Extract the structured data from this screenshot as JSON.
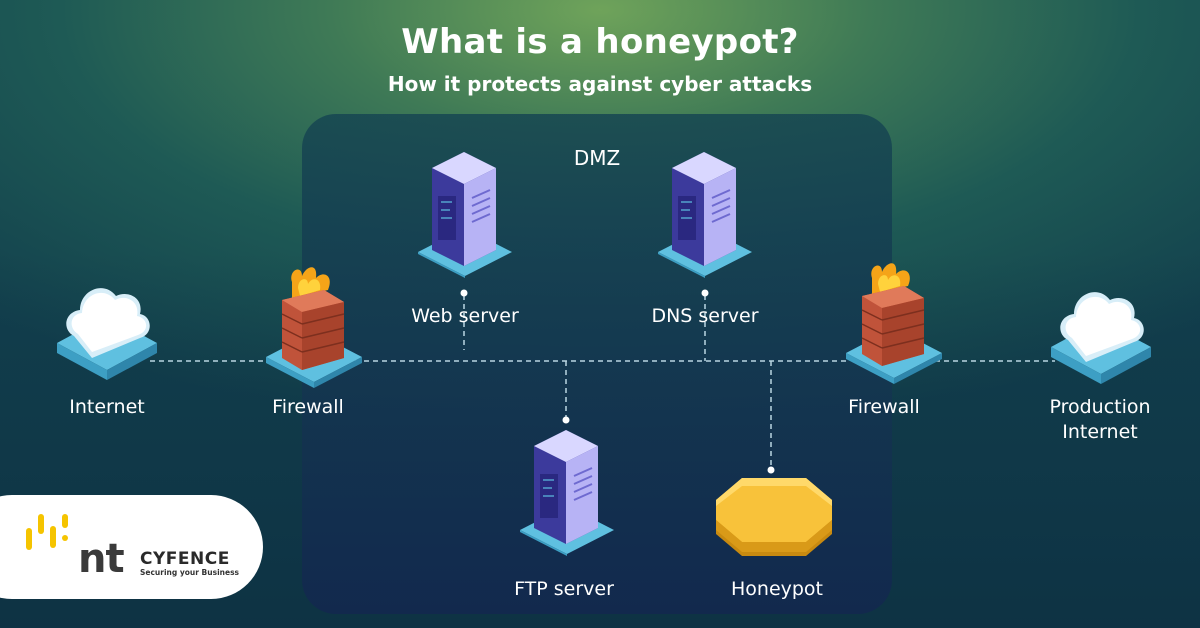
{
  "header": {
    "title": "What is a honeypot?",
    "subtitle": "How it protects against cyber attacks"
  },
  "dmz": {
    "label": "DMZ"
  },
  "nodes": {
    "internet": {
      "label": "Internet",
      "icon": "cloud-icon"
    },
    "firewall_left": {
      "label": "Firewall",
      "icon": "firewall-icon"
    },
    "web_server": {
      "label": "Web server",
      "icon": "server-icon"
    },
    "dns_server": {
      "label": "DNS server",
      "icon": "server-icon"
    },
    "ftp_server": {
      "label": "FTP server",
      "icon": "server-icon"
    },
    "honeypot": {
      "label": "Honeypot",
      "icon": "honeypot-icon"
    },
    "firewall_right": {
      "label": "Firewall",
      "icon": "firewall-icon"
    },
    "production": {
      "label_line1": "Production",
      "label_line2": "Internet",
      "icon": "cloud-icon"
    }
  },
  "logo": {
    "mark": "nt",
    "brand": "CYFENCE",
    "tagline": "Securing your Business"
  },
  "colors": {
    "accent_yellow": "#f5c400",
    "platform": "#8fd6f0",
    "server": "#b7b3f5",
    "honeypot": "#f8c23a",
    "brick": "#c0533a"
  }
}
